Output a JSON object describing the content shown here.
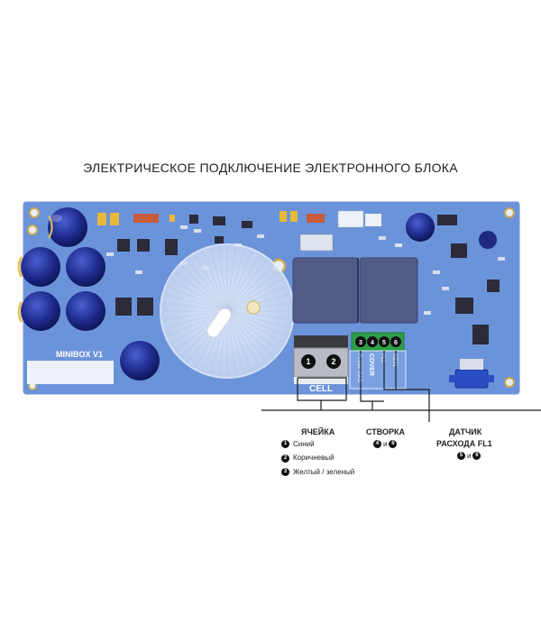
{
  "title": "ЭЛЕКТРИЧЕСКОЕ ПОДКЛЮЧЕНИЕ ЭЛЕКТРОННОГО БЛОКА",
  "board": {
    "name": "MINIBOX V1",
    "terminal_left": [
      "1",
      "2"
    ],
    "terminal_right": [
      "3",
      "4",
      "5",
      "6"
    ],
    "cell_label": "CELL",
    "flow_gas_label": "FLOW GAS",
    "cover_label": "COVER",
    "fl1_label": "FL1",
    "rein_label": "REIN"
  },
  "legend": {
    "cell": {
      "title": "ЯЧЕЙКА",
      "items": [
        {
          "num": "1",
          "text": "Синий"
        },
        {
          "num": "2",
          "text": "Коричневый"
        },
        {
          "num": "3",
          "text": "Желтый / зеленый"
        }
      ]
    },
    "cover": {
      "title": "СТВОРКА",
      "a": "4",
      "conj": "и",
      "b": "6"
    },
    "sensor": {
      "title_1": "ДАТЧИК",
      "title_2": "РАСХОДА FL1",
      "a": "5",
      "conj": "и",
      "b": "6"
    }
  }
}
